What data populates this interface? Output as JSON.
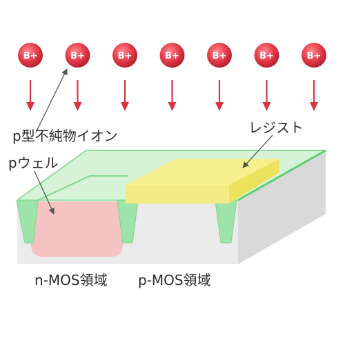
{
  "ions": {
    "label": "B+",
    "count": 7,
    "ball_color": "#e8404f",
    "arrow_color": "#d9343f"
  },
  "labels": {
    "ion_name": "p型不純物イオン",
    "resist": "レジスト",
    "pwell": "pウェル",
    "nmos_region": "n-MOS領域",
    "pmos_region": "p-MOS領域"
  },
  "colors": {
    "substrate_front": "#ebebeb",
    "substrate_side": "#d9d9d9",
    "top_surface": "#d6f3d8",
    "isolation": "#9ee3a9",
    "isolation_edge": "#5fcf70",
    "pwell": "#f6c3c3",
    "resist_top": "#f6f08e",
    "resist_side": "#ece25e"
  }
}
